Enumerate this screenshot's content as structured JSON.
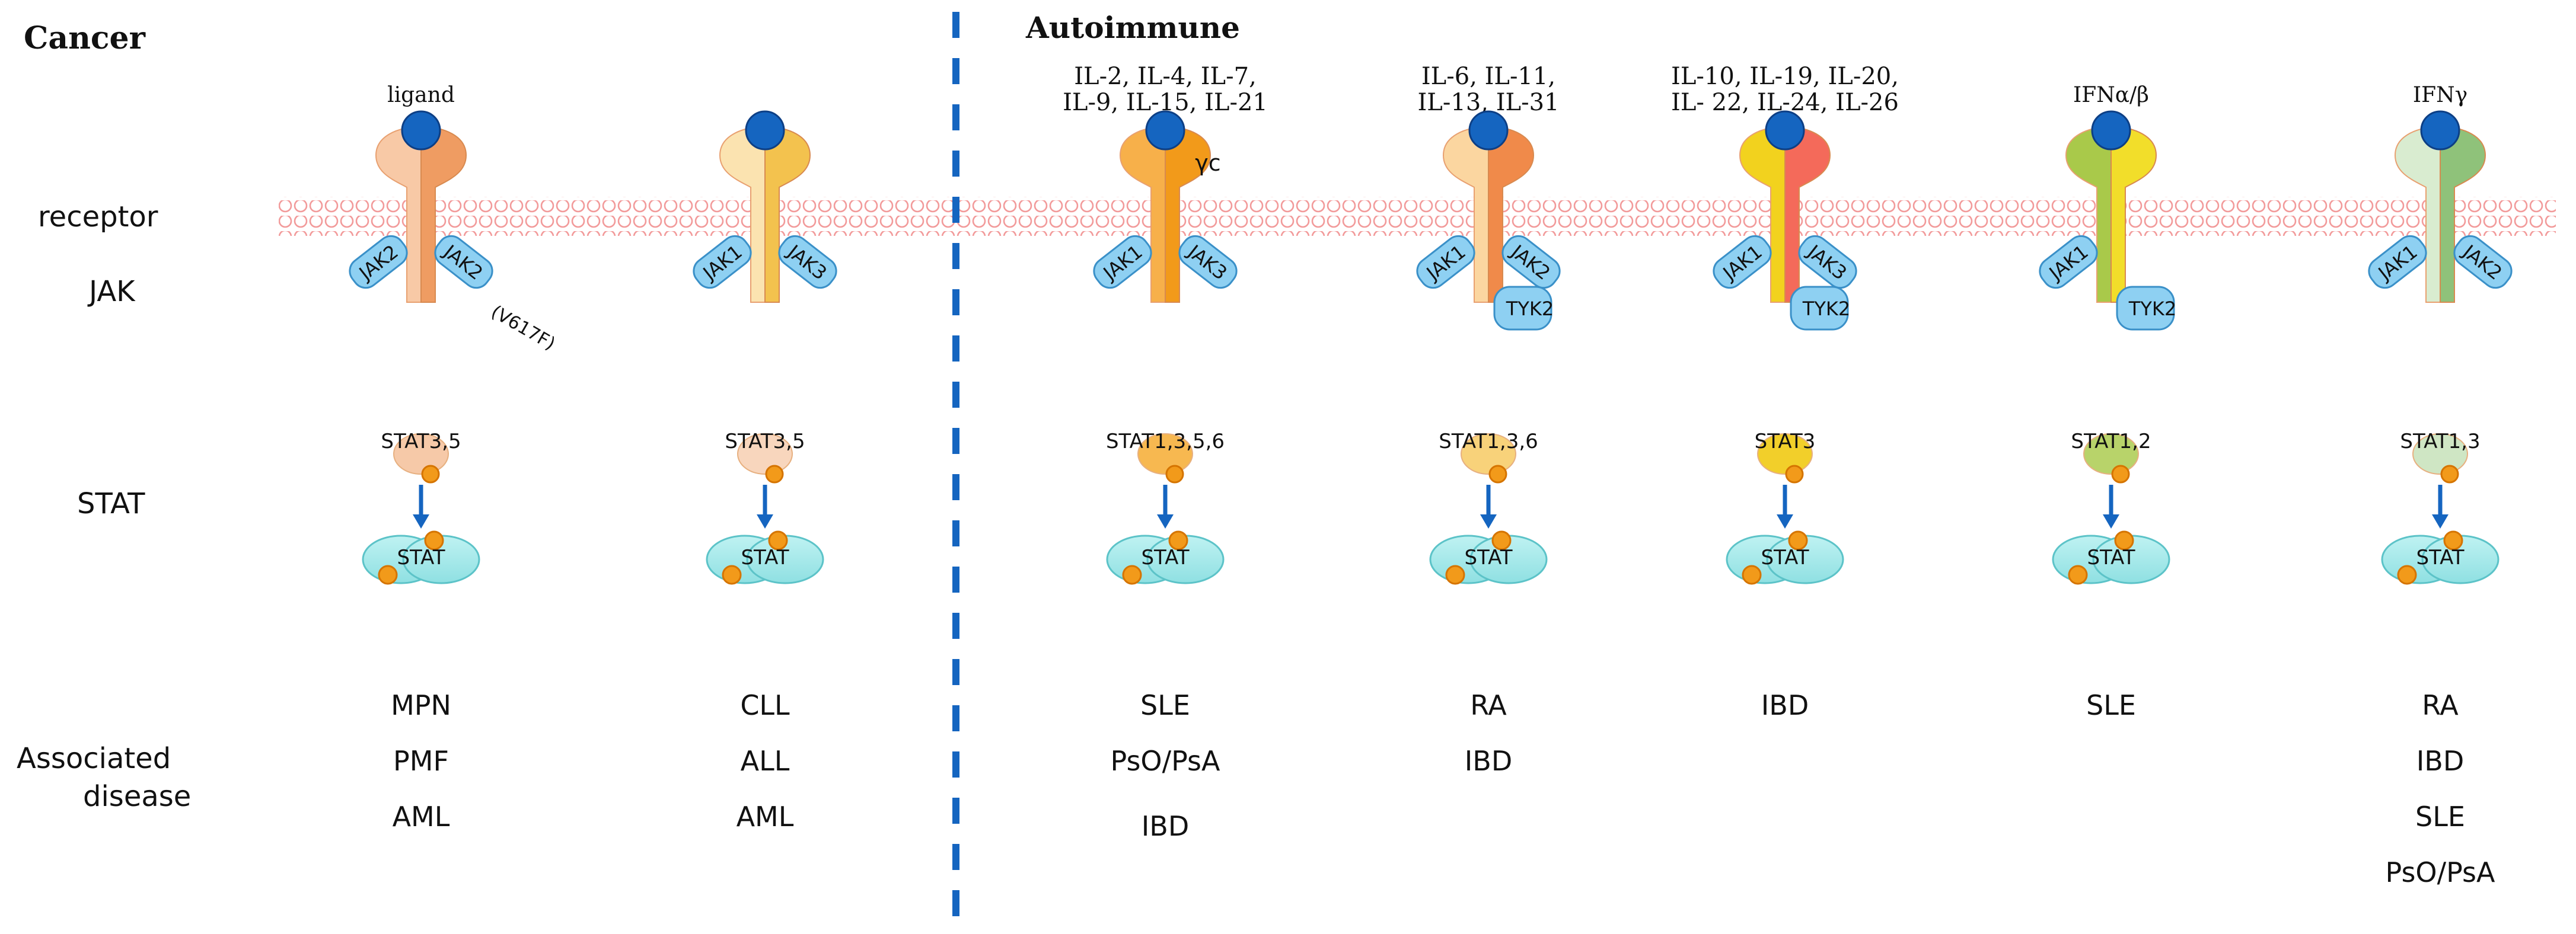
{
  "headings": {
    "cancer": "Cancer",
    "autoimmune": "Autoimmune"
  },
  "row_labels": {
    "receptor": "receptor",
    "jak": "JAK",
    "stat": "STAT",
    "disease_line1": "Associated",
    "disease_line2": "disease"
  },
  "dimer_label": "STAT",
  "mutation_note": "(V617F)",
  "gamma_c": "γc",
  "columns": [
    {
      "ligand_lines": [
        "ligand"
      ],
      "jak_left": "JAK2",
      "jak_right": "JAK2",
      "tyk": "",
      "stat": "STAT3,5",
      "diseases": [
        "MPN",
        "PMF",
        "AML"
      ],
      "colors": {
        "left": "#f8c9a6",
        "right": "#ef9c62",
        "stat": "#f6c9a8"
      }
    },
    {
      "ligand_lines": [],
      "jak_left": "JAK1",
      "jak_right": "JAK3",
      "tyk": "",
      "stat": "STAT3,5",
      "diseases": [
        "CLL",
        "ALL",
        "AML"
      ],
      "colors": {
        "left": "#fbe3b0",
        "right": "#f3c24e",
        "stat": "#f8d6bd"
      }
    },
    {
      "ligand_lines": [
        "IL-2, IL-4, IL-7,",
        "IL-9, IL-15, IL-21"
      ],
      "jak_left": "JAK1",
      "jak_right": "JAK3",
      "tyk": "",
      "stat": "STAT1,3,5,6",
      "diseases": [
        "SLE",
        "PsO/PsA",
        "IBD"
      ],
      "colors": {
        "left": "#f7b04a",
        "right": "#f29a1a",
        "stat": "#f7b850"
      }
    },
    {
      "ligand_lines": [
        "IL-6, IL-11,",
        "IL-13, IL-31"
      ],
      "jak_left": "JAK1",
      "jak_right": "JAK2",
      "tyk": "TYK2",
      "stat": "STAT1,3,6",
      "diseases": [
        "RA",
        "IBD"
      ],
      "colors": {
        "left": "#fbd6a0",
        "right": "#f08a4a",
        "stat": "#f8d27a"
      }
    },
    {
      "ligand_lines": [
        "IL-10, IL-19, IL-20,",
        "IL- 22, IL-24, IL-26"
      ],
      "jak_left": "JAK1",
      "jak_right": "JAK3",
      "tyk": "TYK2",
      "stat": "STAT3",
      "diseases": [
        "IBD"
      ],
      "colors": {
        "left": "#f2d21e",
        "right": "#f46a5a",
        "stat": "#f2cf2a"
      }
    },
    {
      "ligand_lines": [
        "IFNα/β"
      ],
      "jak_left": "JAK1",
      "jak_right": "",
      "tyk": "TYK2",
      "stat": "STAT1,2",
      "diseases": [
        "SLE"
      ],
      "colors": {
        "left": "#a9c94a",
        "right": "#f2de2a",
        "stat": "#b8d36a"
      }
    },
    {
      "ligand_lines": [
        "IFNγ"
      ],
      "jak_left": "JAK1",
      "jak_right": "JAK2",
      "tyk": "",
      "stat": "STAT1,3",
      "diseases": [
        "RA",
        "IBD",
        "SLE",
        "PsO/PsA"
      ],
      "colors": {
        "left": "#d9ecd0",
        "right": "#8fc27a",
        "stat": "#cfe6c4"
      }
    }
  ]
}
